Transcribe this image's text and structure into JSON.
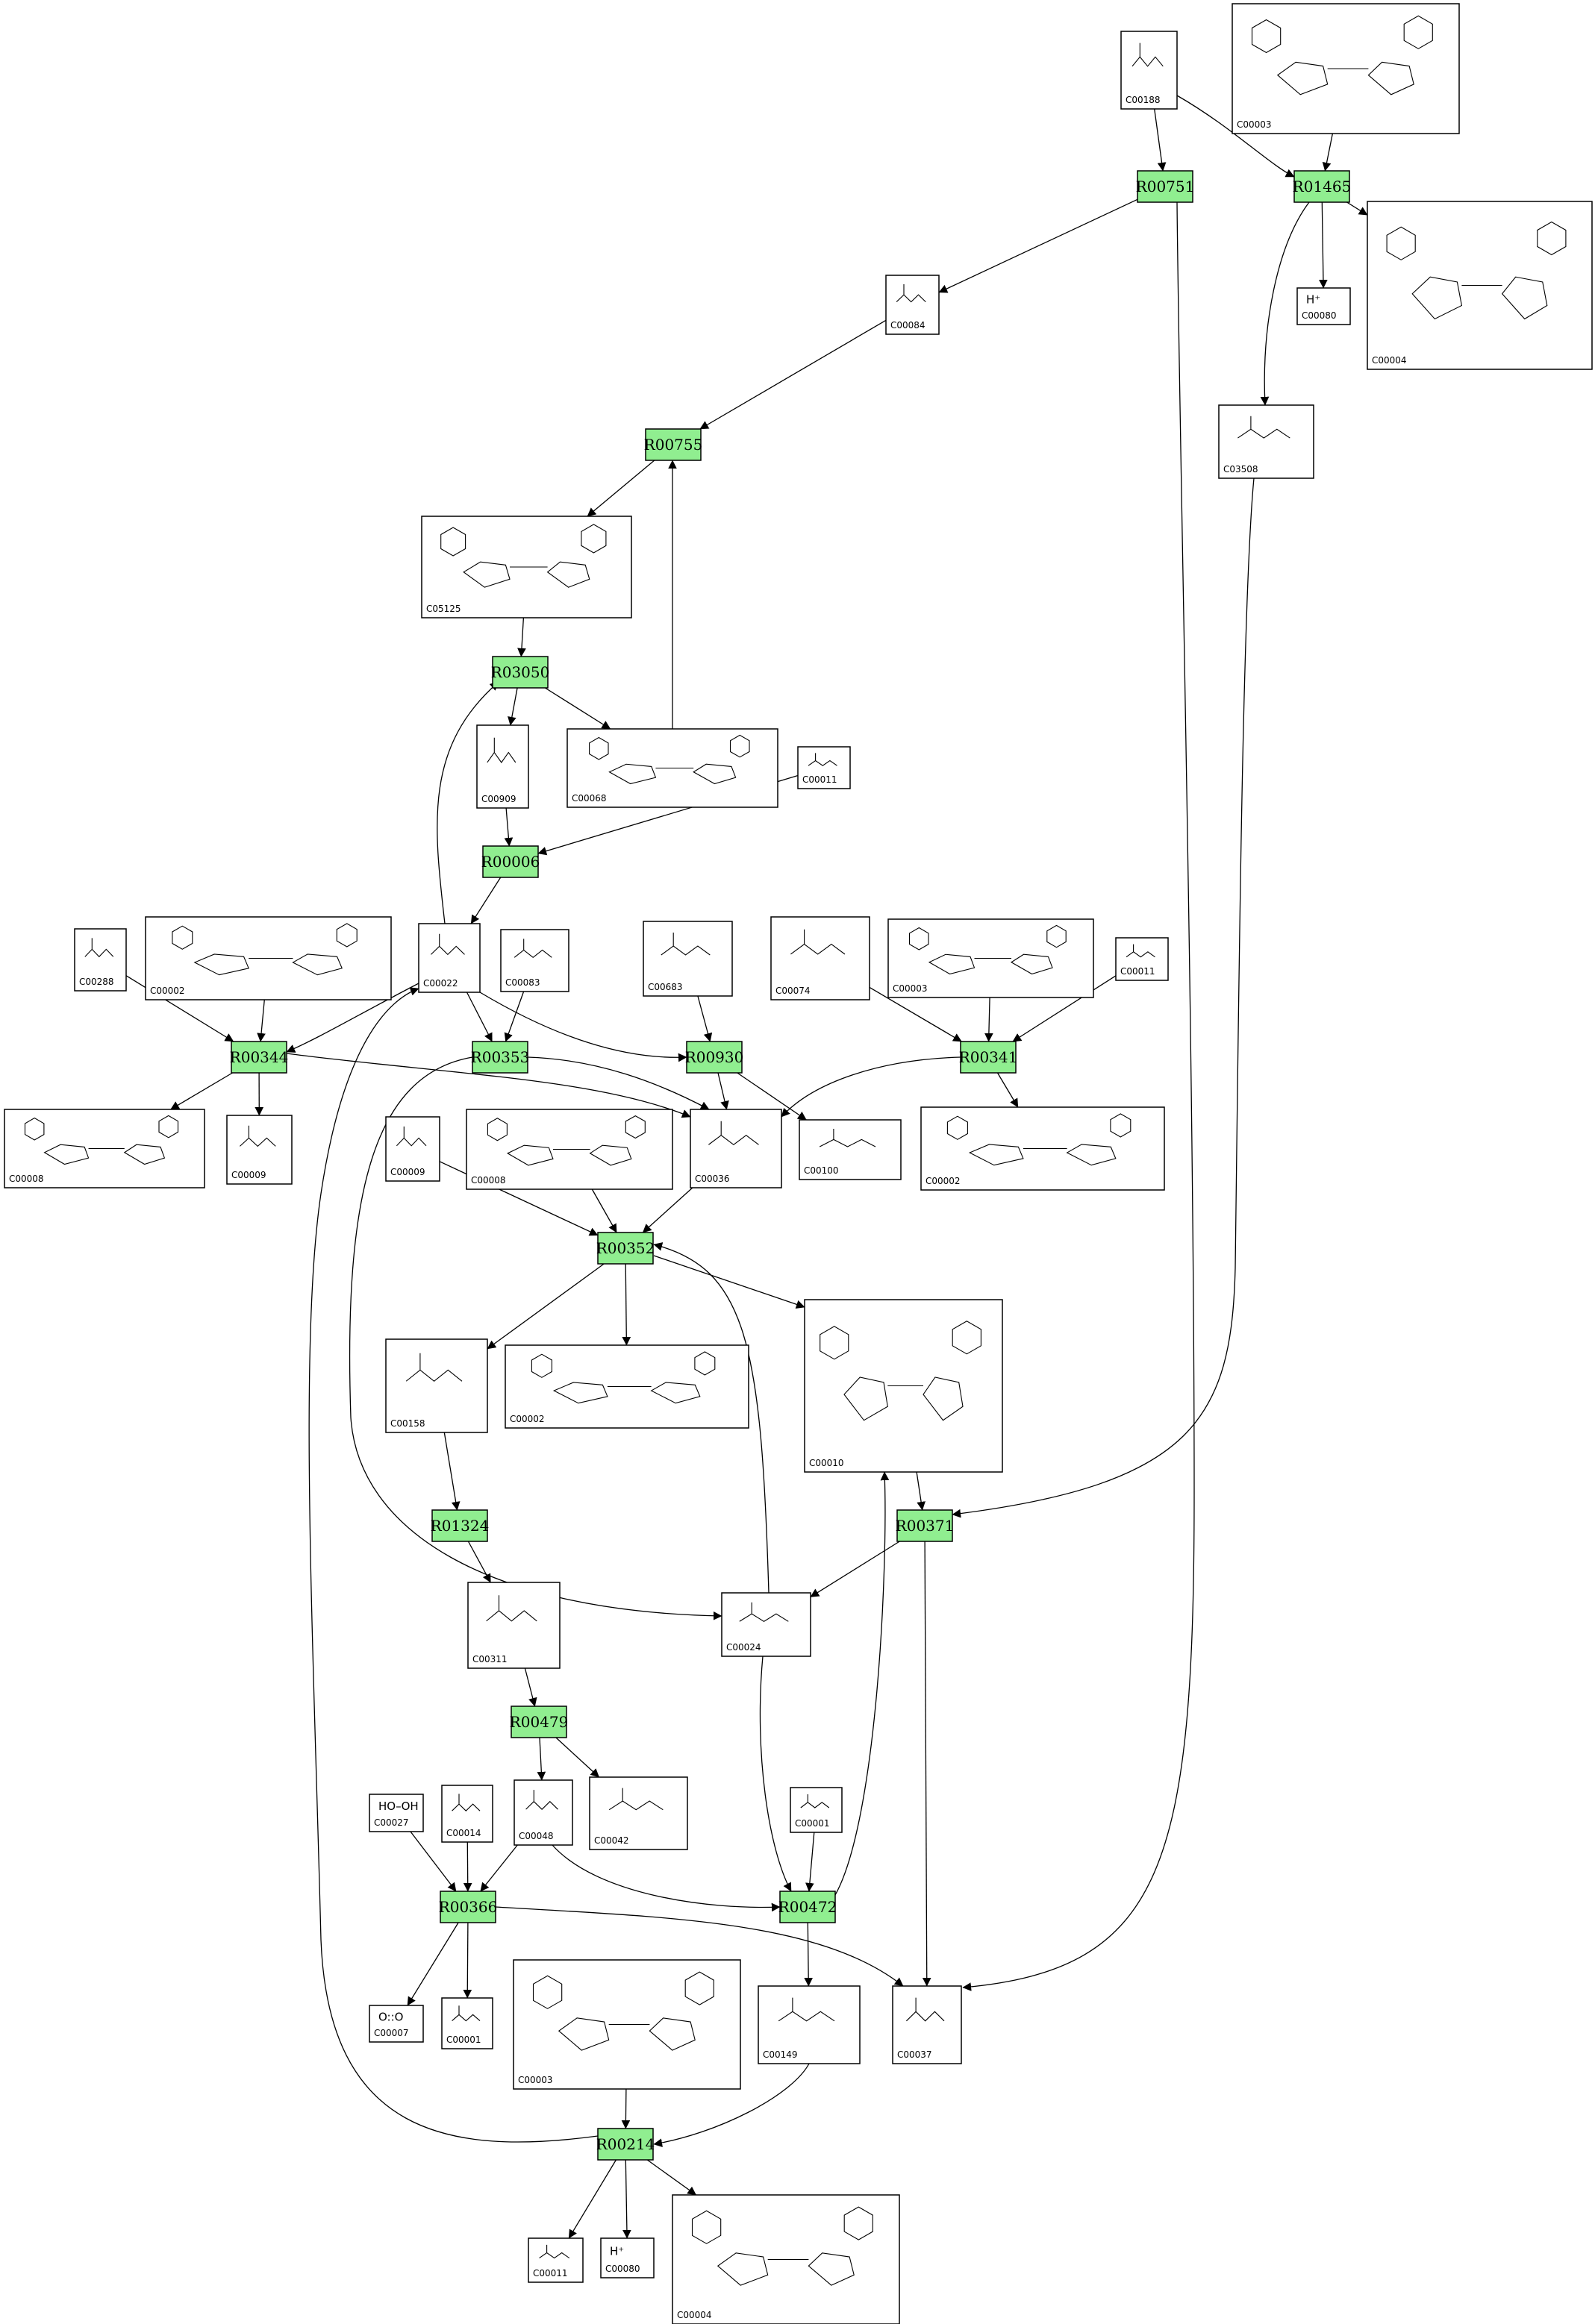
{
  "reactions": [
    {
      "id": "R00751",
      "label": "R00751"
    },
    {
      "id": "R01465",
      "label": "R01465"
    },
    {
      "id": "R00755",
      "label": "R00755"
    },
    {
      "id": "R03050",
      "label": "R03050"
    },
    {
      "id": "R00006",
      "label": "R00006"
    },
    {
      "id": "R00344",
      "label": "R00344"
    },
    {
      "id": "R00353",
      "label": "R00353"
    },
    {
      "id": "R00930",
      "label": "R00930"
    },
    {
      "id": "R00341",
      "label": "R00341"
    },
    {
      "id": "R00352",
      "label": "R00352"
    },
    {
      "id": "R01324",
      "label": "R01324"
    },
    {
      "id": "R00371",
      "label": "R00371"
    },
    {
      "id": "R00479",
      "label": "R00479"
    },
    {
      "id": "R00366",
      "label": "R00366"
    },
    {
      "id": "R00472",
      "label": "R00472"
    },
    {
      "id": "R00214",
      "label": "R00214"
    }
  ],
  "compounds": [
    {
      "key": "C00188_top",
      "label": "C00188"
    },
    {
      "key": "C00003_top",
      "label": "C00003"
    },
    {
      "key": "C00084",
      "label": "C00084"
    },
    {
      "key": "C00080_top",
      "label": "C00080",
      "formula": "H⁺"
    },
    {
      "key": "C00004_top",
      "label": "C00004"
    },
    {
      "key": "C03508",
      "label": "C03508"
    },
    {
      "key": "C05125",
      "label": "C05125"
    },
    {
      "key": "C00909",
      "label": "C00909"
    },
    {
      "key": "C00068",
      "label": "C00068"
    },
    {
      "key": "C00011_a",
      "label": "C00011"
    },
    {
      "key": "C00288",
      "label": "C00288"
    },
    {
      "key": "C00002_a",
      "label": "C00002"
    },
    {
      "key": "C00022",
      "label": "C00022"
    },
    {
      "key": "C00083",
      "label": "C00083"
    },
    {
      "key": "C00683",
      "label": "C00683"
    },
    {
      "key": "C00074",
      "label": "C00074"
    },
    {
      "key": "C00003_mid",
      "label": "C00003"
    },
    {
      "key": "C00011_b",
      "label": "C00011"
    },
    {
      "key": "C00008_a",
      "label": "C00008"
    },
    {
      "key": "C00009_a",
      "label": "C00009"
    },
    {
      "key": "C00009_b",
      "label": "C00009"
    },
    {
      "key": "C00008_b",
      "label": "C00008"
    },
    {
      "key": "C00036",
      "label": "C00036"
    },
    {
      "key": "C00100",
      "label": "C00100"
    },
    {
      "key": "C00002_b",
      "label": "C00002"
    },
    {
      "key": "C00158",
      "label": "C00158"
    },
    {
      "key": "C00002_c",
      "label": "C00002"
    },
    {
      "key": "C00010",
      "label": "C00010"
    },
    {
      "key": "C00311",
      "label": "C00311"
    },
    {
      "key": "C00024",
      "label": "C00024"
    },
    {
      "key": "C00027",
      "label": "C00027",
      "formula": "HO–OH"
    },
    {
      "key": "C00014",
      "label": "C00014"
    },
    {
      "key": "C00048",
      "label": "C00048"
    },
    {
      "key": "C00042",
      "label": "C00042"
    },
    {
      "key": "C00001_a",
      "label": "C00001"
    },
    {
      "key": "C00007",
      "label": "C00007",
      "formula": "O::O"
    },
    {
      "key": "C00001_b",
      "label": "C00001"
    },
    {
      "key": "C00003_bot",
      "label": "C00003"
    },
    {
      "key": "C00149",
      "label": "C00149"
    },
    {
      "key": "C00037",
      "label": "C00037"
    },
    {
      "key": "C00011_c",
      "label": "C00011"
    },
    {
      "key": "C00080_bot",
      "label": "C00080",
      "formula": "H⁺"
    },
    {
      "key": "C00004_bot",
      "label": "C00004"
    }
  ],
  "colors": {
    "reaction_fill": "#90ee90",
    "compound_fill": "#ffffff",
    "stroke": "#000000"
  },
  "edges": [
    [
      "C00188_top",
      "R00751"
    ],
    [
      "C00188_top",
      "R01465"
    ],
    [
      "C00003_top",
      "R01465"
    ],
    [
      "R01465",
      "C00080_top"
    ],
    [
      "R01465",
      "C00004_top"
    ],
    [
      "R01465",
      "C03508"
    ],
    [
      "R00751",
      "C00084"
    ],
    [
      "R00751",
      "C00037"
    ],
    [
      "C00084",
      "R00755"
    ],
    [
      "R00755",
      "C05125"
    ],
    [
      "C05125",
      "R03050"
    ],
    [
      "R03050",
      "C00909"
    ],
    [
      "R03050",
      "C00068"
    ],
    [
      "C00068",
      "R00755"
    ],
    [
      "C00909",
      "R00006"
    ],
    [
      "C00011_a",
      "R00006"
    ],
    [
      "R00006",
      "C00022"
    ],
    [
      "C00022",
      "R03050"
    ],
    [
      "C00288",
      "R00344"
    ],
    [
      "C00002_a",
      "R00344"
    ],
    [
      "C00022",
      "R00344"
    ],
    [
      "R00344",
      "C00008_a"
    ],
    [
      "R00344",
      "C00009_a"
    ],
    [
      "R00344",
      "C00036"
    ],
    [
      "C00022",
      "R00353"
    ],
    [
      "C00083",
      "R00353"
    ],
    [
      "R00353",
      "C00036"
    ],
    [
      "R00353",
      "C00024"
    ],
    [
      "C00022",
      "R00930"
    ],
    [
      "C00683",
      "R00930"
    ],
    [
      "R00930",
      "C00036"
    ],
    [
      "R00930",
      "C00100"
    ],
    [
      "C00074",
      "R00341"
    ],
    [
      "C00003_mid",
      "R00341"
    ],
    [
      "C00011_b",
      "R00341"
    ],
    [
      "R00341",
      "C00036"
    ],
    [
      "R00341",
      "C00002_b"
    ],
    [
      "C00009_b",
      "R00352"
    ],
    [
      "C00008_b",
      "R00352"
    ],
    [
      "C00036",
      "R00352"
    ],
    [
      "C00024",
      "R00352"
    ],
    [
      "R00352",
      "C00158"
    ],
    [
      "R00352",
      "C00002_c"
    ],
    [
      "R00352",
      "C00010"
    ],
    [
      "C00158",
      "R01324"
    ],
    [
      "R01324",
      "C00311"
    ],
    [
      "C00010",
      "R00371"
    ],
    [
      "C03508",
      "R00371"
    ],
    [
      "R00371",
      "C00024"
    ],
    [
      "R00371",
      "C00037"
    ],
    [
      "C00311",
      "R00479"
    ],
    [
      "R00479",
      "C00048"
    ],
    [
      "R00479",
      "C00042"
    ],
    [
      "C00027",
      "R00366"
    ],
    [
      "C00014",
      "R00366"
    ],
    [
      "C00048",
      "R00366"
    ],
    [
      "R00366",
      "C00007"
    ],
    [
      "R00366",
      "C00001_b"
    ],
    [
      "R00366",
      "C00037"
    ],
    [
      "C00048",
      "R00472"
    ],
    [
      "C00001_a",
      "R00472"
    ],
    [
      "C00024",
      "R00472"
    ],
    [
      "R00472",
      "C00010"
    ],
    [
      "R00472",
      "C00149"
    ],
    [
      "C00003_bot",
      "R00214"
    ],
    [
      "C00149",
      "R00214"
    ],
    [
      "R00214",
      "C00022"
    ],
    [
      "R00214",
      "C00011_c"
    ],
    [
      "R00214",
      "C00080_bot"
    ],
    [
      "R00214",
      "C00004_bot"
    ]
  ]
}
